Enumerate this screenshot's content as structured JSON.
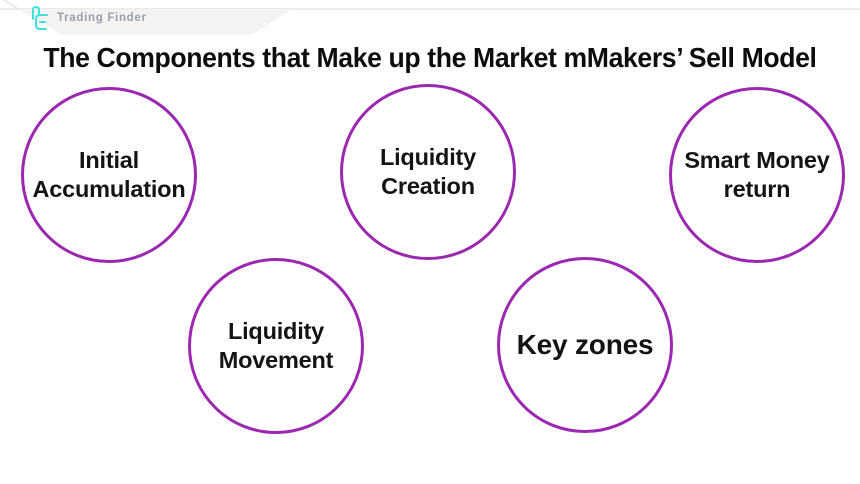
{
  "brand": {
    "name": "Trading Finder",
    "logo_icon": "trading-finder-logo-icon"
  },
  "title": "The Components that Make up the Market mMakers’ Sell Model",
  "diagram": {
    "type": "circle-infographic",
    "nodes": [
      {
        "id": "initial-accumulation",
        "label": "Initial Accumulation",
        "lines": [
          "Initial",
          "Accumulation"
        ]
      },
      {
        "id": "liquidity-creation",
        "label": "Liquidity Creation",
        "lines": [
          "Liquidity",
          "Creation"
        ]
      },
      {
        "id": "smart-money-return",
        "label": "Smart Money return",
        "lines": [
          "Smart Money",
          "return"
        ]
      },
      {
        "id": "liquidity-movement",
        "label": "Liquidity Movement",
        "lines": [
          "Liquidity",
          "Movement"
        ]
      },
      {
        "id": "key-zones",
        "label": "Key zones",
        "lines": [
          "Key zones"
        ]
      }
    ]
  },
  "colors": {
    "circle_border": "#9C27B0",
    "accent_cyan": "#3FE2DA",
    "brand_text": "#9BA1A6",
    "title_text": "#0d0d0d"
  }
}
